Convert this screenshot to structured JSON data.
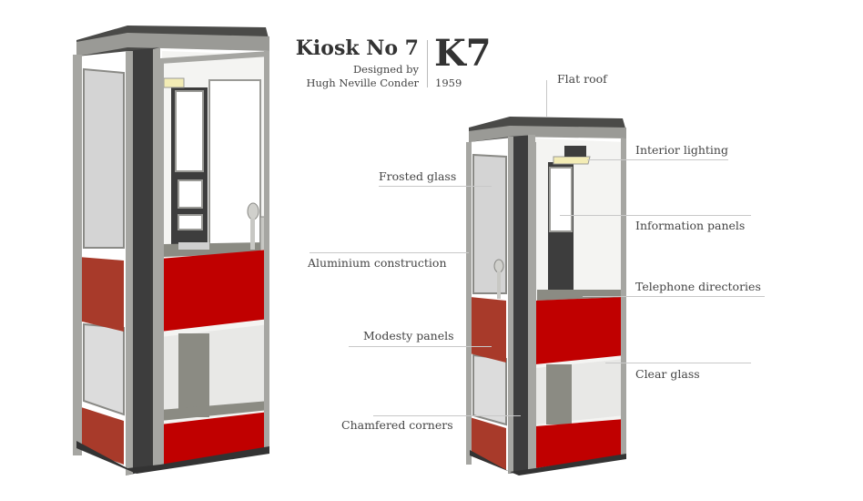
{
  "title": {
    "name": "Kiosk No 7",
    "designed_by": "Designed by",
    "designer": "Hugh Neville Conder",
    "code": "K7",
    "year": "1959"
  },
  "labels": {
    "flat_roof": "Flat roof",
    "interior_lighting": "Interior lighting",
    "frosted_glass": "Frosted glass",
    "information_panels": "Information panels",
    "aluminium_construction": "Aluminium construction",
    "telephone_directories": "Telephone directories",
    "modesty_panels": "Modesty panels",
    "clear_glass": "Clear glass",
    "chamfered_corners": "Chamfered corners"
  },
  "colors": {
    "frame": "#a6a6a2",
    "frame_dark": "#3d3d3d",
    "red_panel": "#c00000",
    "red_side": "#a83a2a",
    "glass": "#d4d4d4",
    "floor": "#8b8b83",
    "light": "#f3ecb5"
  }
}
